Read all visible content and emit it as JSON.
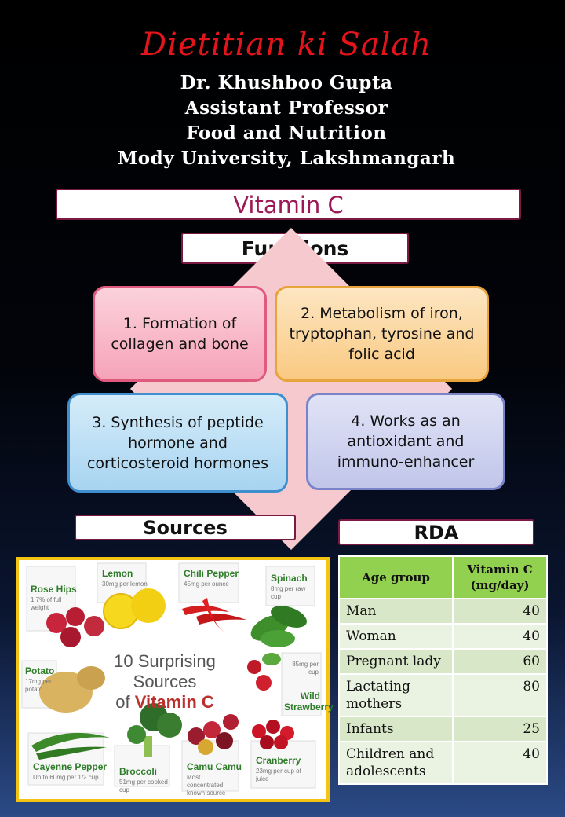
{
  "header": {
    "title": "Dietitian ki Salah",
    "author_lines": [
      "Dr. Khushboo Gupta",
      "Assistant Professor",
      "Food and Nutrition",
      "Mody University, Lakshmangarh"
    ]
  },
  "topic": "Vitamin C",
  "functions": {
    "label": "Functions",
    "items": [
      "1. Formation of collagen and bone",
      "2. Metabolism of iron, tryptophan, tyrosine and folic acid",
      "3. Synthesis of peptide hormone and corticosteroid hormones",
      "4. Works as an antioxidant and immuno-enhancer"
    ]
  },
  "sources": {
    "label": "Sources",
    "heading_line1": "10 Surprising Sources",
    "heading_of": "of",
    "heading_vitamin": "Vitamin C",
    "foods": [
      {
        "name": "Rose Hips",
        "note": "1.7% of full weight"
      },
      {
        "name": "Lemon",
        "note": "30mg per lemon"
      },
      {
        "name": "Chili Pepper",
        "note": "45mg per ounce"
      },
      {
        "name": "Spinach",
        "note": "8mg per raw cup"
      },
      {
        "name": "Potato",
        "note": "17mg per potato"
      },
      {
        "name": "Wild Strawberry",
        "note": "85mg per cup"
      },
      {
        "name": "Cayenne Pepper",
        "note": "Up to 60mg per 1/2 cup"
      },
      {
        "name": "Broccoli",
        "note": "51mg per cooked cup"
      },
      {
        "name": "Camu Camu",
        "note": "Most concentrated known source"
      },
      {
        "name": "Cranberry",
        "note": "23mg per cup of juice"
      }
    ]
  },
  "rda": {
    "label": "RDA",
    "col_age": "Age group",
    "col_vitc": "Vitamin C (mg/day)",
    "rows": [
      {
        "group": "Man",
        "value": "40"
      },
      {
        "group": "Woman",
        "value": "40"
      },
      {
        "group": "Pregnant lady",
        "value": "60"
      },
      {
        "group": "Lactating mothers",
        "value": "80"
      },
      {
        "group": "Infants",
        "value": "25"
      },
      {
        "group": "Children and adolescents",
        "value": "40"
      }
    ]
  },
  "colors": {
    "title_red": "#e3141b",
    "topic_magenta": "#9b1a55",
    "table_header_green": "#92d050",
    "frame_gold": "#f4c313"
  }
}
